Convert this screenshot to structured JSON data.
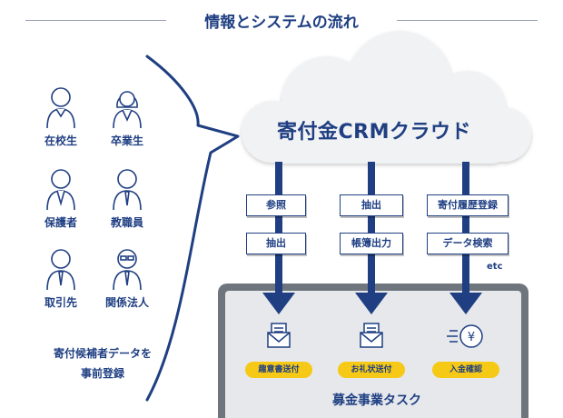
{
  "title": "情報とシステムの流れ",
  "people": [
    {
      "label": "在校生"
    },
    {
      "label": "卒業生"
    },
    {
      "label": "保護者"
    },
    {
      "label": "教職員"
    },
    {
      "label": "取引先"
    },
    {
      "label": "関係法人"
    }
  ],
  "left_note": {
    "line1": "寄付候補者データを",
    "line2": "事前登録"
  },
  "cloud": {
    "label": "寄付金CRMクラウド"
  },
  "flows": [
    {
      "boxes": [
        "参照",
        "抽出"
      ]
    },
    {
      "boxes": [
        "抽出",
        "帳簿出力"
      ]
    },
    {
      "boxes": [
        "寄付履歴登録",
        "データ検索"
      ]
    }
  ],
  "etc_label": "etc",
  "tasks": [
    {
      "label": "趣意書送付",
      "icon": "envelope-icon"
    },
    {
      "label": "お礼状送付",
      "icon": "envelope-icon"
    },
    {
      "label": "入金確認",
      "icon": "yen-coin-icon"
    }
  ],
  "task_panel": {
    "label": "募金事業タスク"
  },
  "colors": {
    "primary": "#1f3f82",
    "accent": "#f5c916",
    "cloud": "#f1f2f4",
    "panel": "#e6e8ec"
  }
}
